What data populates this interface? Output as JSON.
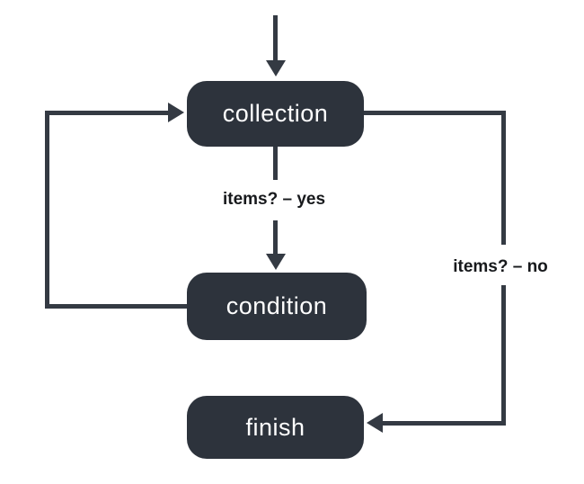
{
  "diagram": {
    "type": "flowchart",
    "nodes": {
      "collection": {
        "label": "collection"
      },
      "condition": {
        "label": "condition"
      },
      "finish": {
        "label": "finish"
      }
    },
    "edge_labels": {
      "yes": {
        "text": "items? – yes"
      },
      "no": {
        "text": "items? – no"
      }
    },
    "colors": {
      "node_fill": "#2d333c",
      "node_text": "#ffffff",
      "line": "#343a43",
      "label_text": "#17191c",
      "background": "#ffffff"
    }
  }
}
